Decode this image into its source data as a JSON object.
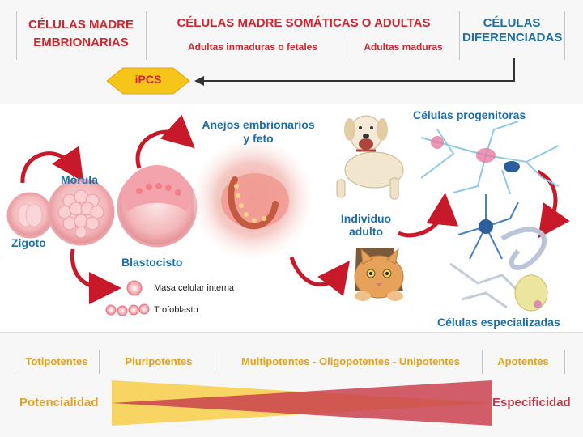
{
  "header": {
    "embryonic": "CÉLULAS MADRE\nEMBRIONARIAS",
    "somatic_title": "CÉLULAS MADRE SOMÁTICAS O ADULTAS",
    "somatic_immature": "Adultas inmaduras o fetales",
    "somatic_mature": "Adultas maduras",
    "differentiated": "CÉLULAS\nDIFERENCIADAS",
    "ipcs": "iPCS"
  },
  "stages": {
    "zigoto": "Zigoto",
    "morula": "Mórula",
    "blastocisto": "Blastocisto",
    "anejos": "Anejos embrionarios\ny feto",
    "individuo": "Individuo\nadulto",
    "progenitoras": "Células progenitoras",
    "especializadas": "Células especializadas",
    "masa": "Masa celular interna",
    "trofoblasto": "Trofoblasto"
  },
  "potency": {
    "totipotentes": "Totipotentes",
    "pluripotentes": "Pluripotentes",
    "multipotentes": "Multipotentes - Oligopotentes - Unipotentes",
    "apotentes": "Apotentes",
    "potencialidad": "Potencialidad",
    "especificidad": "Especificidad"
  },
  "colors": {
    "red": "#d0272f",
    "blue": "#1e6fa8",
    "gold": "#e0a21f",
    "spec": "#c0394a"
  }
}
